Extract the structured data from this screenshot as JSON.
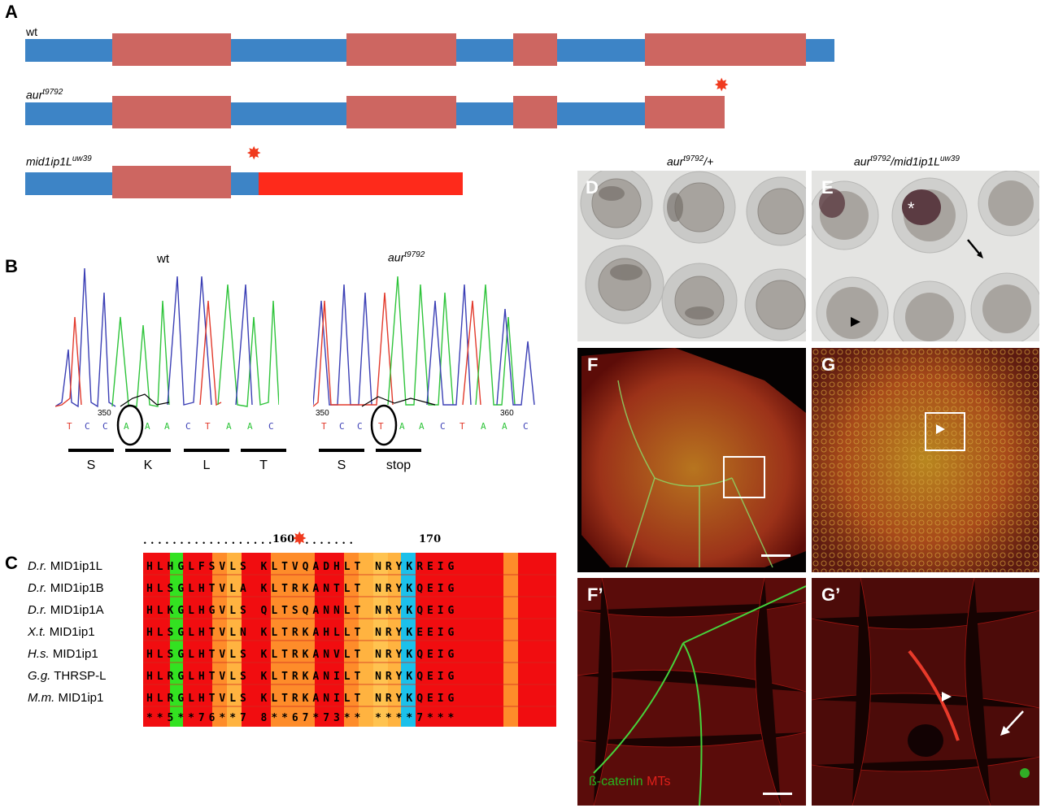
{
  "panelA": {
    "label": "A",
    "rows": [
      {
        "name": "wt",
        "sup": ""
      },
      {
        "name": "aur",
        "sup": "t9792"
      },
      {
        "name": "mid1ip1L",
        "sup": "uw39"
      }
    ]
  },
  "panelB": {
    "label": "B",
    "wt": {
      "title": "wt",
      "position": "350",
      "bases": [
        "T",
        "C",
        "C",
        "A",
        "A",
        "A",
        "C",
        "T",
        "A",
        "A",
        "C"
      ],
      "codons": [
        "S",
        "K",
        "L",
        "T"
      ]
    },
    "mut": {
      "title_main": "aur",
      "title_sup": "t9792",
      "pos_left": "350",
      "pos_right": "360",
      "bases": [
        "T",
        "C",
        "C",
        "T",
        "A",
        "A",
        "C",
        "T",
        "A",
        "A",
        "C"
      ],
      "codons": [
        "S",
        "stop"
      ]
    }
  },
  "panelC": {
    "label": "C",
    "ruler": [
      ".",
      ".",
      ".",
      "160",
      ".",
      ".",
      ".",
      ".",
      ".",
      ".",
      ".",
      ".",
      ".",
      "170",
      ".",
      ".",
      ".",
      ".",
      ".",
      ".",
      "."
    ],
    "pos160": "160",
    "pos170": "170",
    "species": [
      {
        "italic": "D.r.",
        "name": "MID1ip1L",
        "seq": "HLHGLFSVLS KLTVQADHLT NRYKREIG"
      },
      {
        "italic": "D.r.",
        "name": "MID1ip1B",
        "seq": "HLSGLHTVLA KLTRKANTLT NRYKQEIG"
      },
      {
        "italic": "D.r.",
        "name": "MID1ip1A",
        "seq": "HLKGLHGVLS QLTSQANNLT NRYKQEIG"
      },
      {
        "italic": "X.t.",
        "name": "MID1ip1",
        "seq": "HLSGLHTVLN KLTRKAHLLT NRYKEEIG"
      },
      {
        "italic": "H.s.",
        "name": "MID1ip1",
        "seq": "HLSGLHTVLS KLTRKANVLT NRYKQEIG"
      },
      {
        "italic": "G.g.",
        "name": "THRSP-L",
        "seq": "HLRGLHTVLS KLTRKANILT NRYKQEIG"
      },
      {
        "italic": "M.m.",
        "name": "MID1ip1",
        "seq": "HLRGLHTVLS KLTRKANILT NRYKQEIG"
      }
    ],
    "consensus": "**5**76**7 8**67*73** ****7***"
  },
  "panelsDG": {
    "col_left": {
      "main": "aur",
      "sup": "t9792",
      "suffix": "/+"
    },
    "col_right": {
      "main": "aur",
      "sup": "t9792",
      "mid": "/mid1ip1L",
      "sup2": "uw39"
    },
    "D": "D",
    "E": "E",
    "F": "F",
    "G": "G",
    "F2": "F’",
    "G2": "G’",
    "legend_green": "ß-catenin",
    "legend_red": "MTs",
    "asterisk": "*"
  }
}
